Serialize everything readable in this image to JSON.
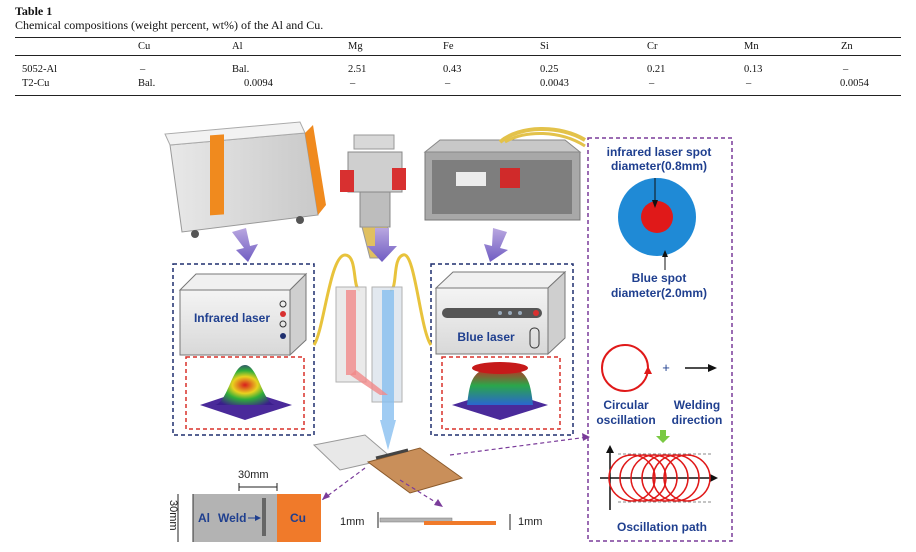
{
  "table": {
    "title": "Table 1",
    "caption": "Chemical compositions (weight percent, wt%) of the Al and Cu.",
    "headers": [
      "Cu",
      "Al",
      "Mg",
      "Fe",
      "Si",
      "Cr",
      "Mn",
      "Zn"
    ],
    "rows": [
      {
        "label": "5052-Al",
        "values": [
          "–",
          "Bal.",
          "2.51",
          "0.43",
          "0.25",
          "0.21",
          "0.13",
          "–"
        ]
      },
      {
        "label": "T2-Cu",
        "values": [
          "Bal.",
          "0.0094",
          "–",
          "–",
          "0.0043",
          "–",
          "–",
          "0.0054"
        ]
      }
    ]
  },
  "figure": {
    "infrared_laser_label": "Infrared laser",
    "blue_laser_label": "Blue laser",
    "spot": {
      "infrared_line1": "infrared laser spot",
      "infrared_line2": "diameter(0.8mm)",
      "blue_line1": "Blue spot",
      "blue_line2": "diameter(2.0mm)"
    },
    "oscillation": {
      "plus": "+",
      "circular_line1": "Circular",
      "circular_line2": "oscillation",
      "welding_line1": "Welding",
      "welding_line2": "direction",
      "path_label": "Oscillation path"
    },
    "sample": {
      "width_label": "30mm",
      "height_label": "30mm",
      "al_label": "Al",
      "weld_label": "Weld",
      "cu_label": "Cu"
    },
    "thickness": {
      "left_label": "1mm",
      "right_label": "1mm"
    },
    "colors": {
      "blue_spot": "#1f8ad6",
      "red_spot": "#e01919",
      "cu_plate": "#f07a2a",
      "al_plate": "#b3b3b3",
      "text_blue": "#1f3f8f",
      "dashed_red": "#d9302a",
      "dashed_navy": "#1f2f6e",
      "dashed_purple": "#7a3b9a"
    }
  }
}
